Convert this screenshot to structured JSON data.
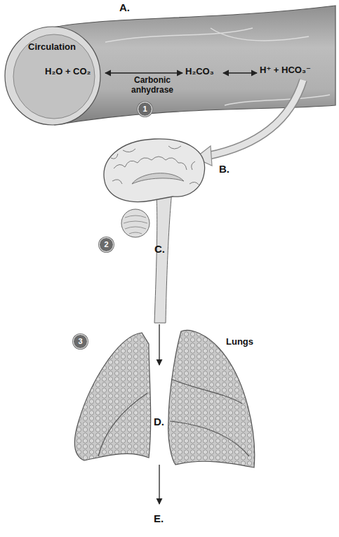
{
  "diagram": {
    "labels": [
      "A.",
      "Circulation",
      "H₂O + CO₂",
      "Carbonic anhydrase",
      "H₂CO₃",
      "H⁺ + HCO₃⁻",
      "1",
      "B.",
      "2",
      "C.",
      "3",
      "Lungs",
      "D.",
      "E."
    ]
  }
}
